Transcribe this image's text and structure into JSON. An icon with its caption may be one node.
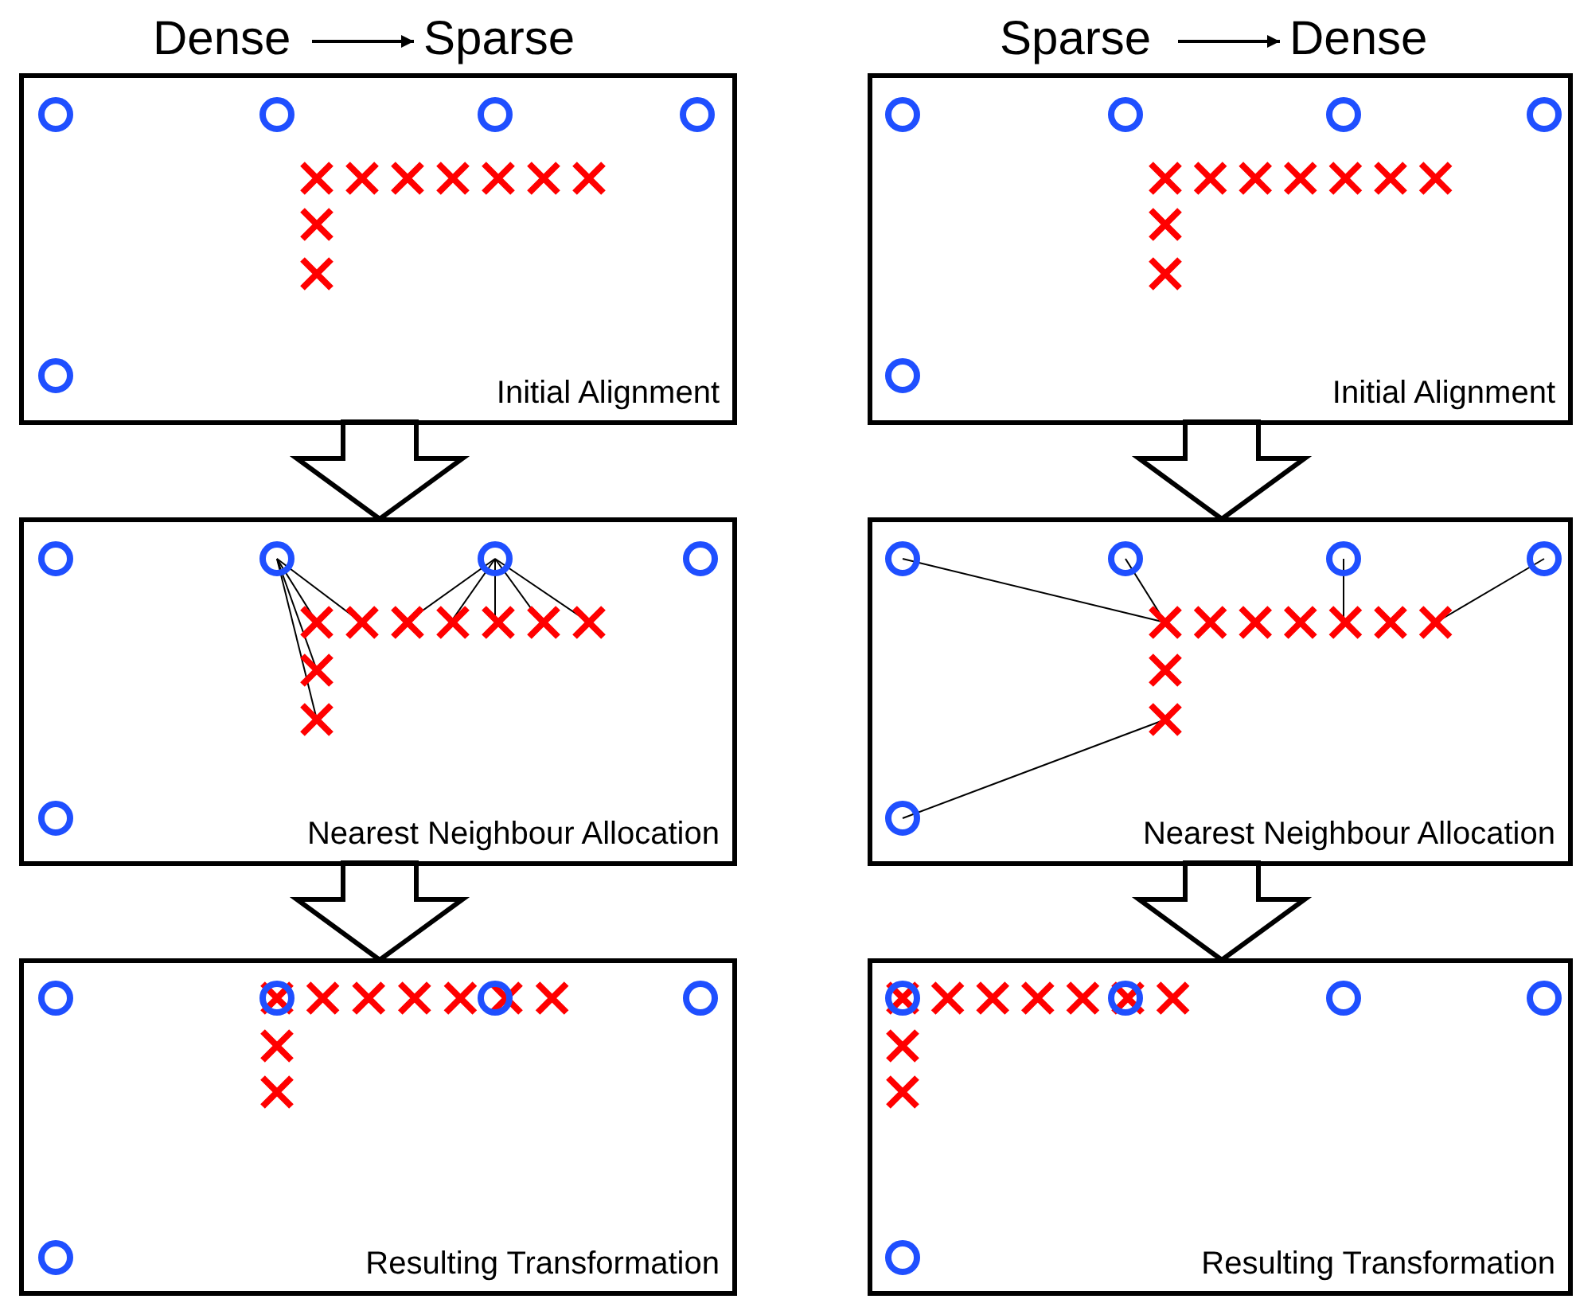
{
  "diagram": {
    "nodes": [
      {
        "text": [
          "Dense"
        ]
      },
      {
        "text": [
          "Sparse"
        ]
      },
      {
        "text": [
          "Sparse"
        ]
      },
      {
        "text": [
          "Dense"
        ]
      },
      {
        "text": [
          "Initial Alignment"
        ]
      },
      {
        "text": [
          "Initial Alignment"
        ]
      },
      {
        "text": [
          "Nearest Neighbour Allocation"
        ]
      },
      {
        "text": [
          "Nearest Neighbour Allocation"
        ]
      },
      {
        "text": [
          "Resulting Transformation"
        ]
      },
      {
        "text": [
          "Resulting Transformation"
        ]
      }
    ],
    "edges": [
      {
        "from": 0,
        "to": 1,
        "arrow": "to"
      },
      {
        "from": 2,
        "to": 3,
        "arrow": "to"
      },
      {
        "from": 4,
        "to": 6,
        "arrow": "to"
      },
      {
        "from": 6,
        "to": 8,
        "arrow": "to"
      },
      {
        "from": 5,
        "to": 7,
        "arrow": "to"
      },
      {
        "from": 7,
        "to": 9,
        "arrow": "to"
      }
    ]
  }
}
